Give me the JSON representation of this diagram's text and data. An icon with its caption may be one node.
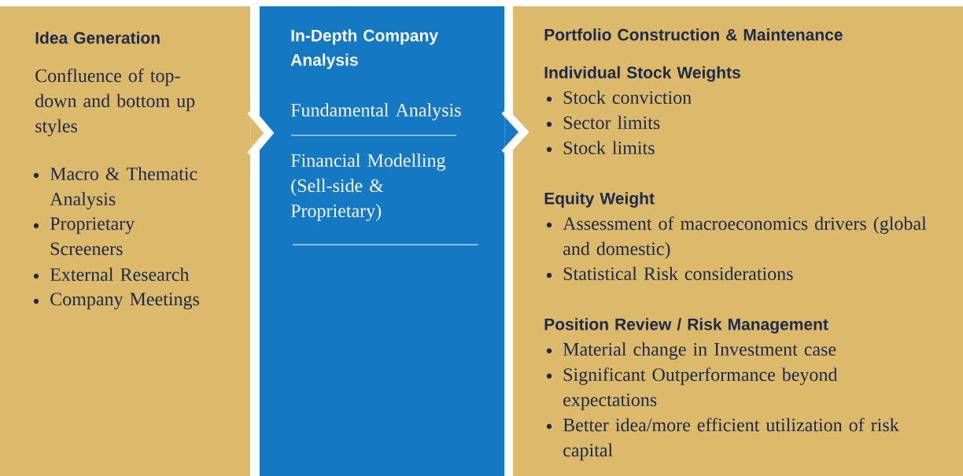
{
  "diagram": {
    "nodes": [
      {
        "text": [
          "Idea Generation",
          "Confluence of top-down and bottom up styles",
          "Macro & Thematic Analysis",
          "Proprietary Screeners",
          "External Research",
          "Company Meetings"
        ]
      },
      {
        "text": [
          "In-Depth Company Analysis",
          "Fundamental Analysis",
          "Financial Modelling (Sell-side & Proprietary)"
        ]
      },
      {
        "text": [
          "Portfolio Construction & Maintenance",
          "Individual Stock Weights",
          "Stock conviction",
          "Sector limits",
          "Stock limits",
          "Equity Weight",
          "Assessment of macroeconomics drivers (global and domestic)",
          "Statistical Risk considerations",
          "Position Review / Risk Management",
          "Material change in Investment case",
          "Significant Outperformance beyond expectations",
          "Better idea/more efficient utilization of risk capital"
        ]
      }
    ],
    "edges": [
      {
        "from": 0,
        "to": 1,
        "arrow": "to"
      },
      {
        "from": 1,
        "to": 2,
        "arrow": "to"
      }
    ]
  }
}
